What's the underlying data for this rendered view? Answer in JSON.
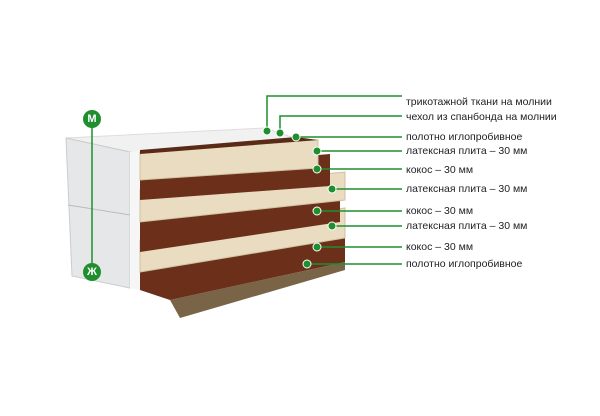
{
  "firmness": {
    "top": "М",
    "bottom": "Ж"
  },
  "layers": [
    {
      "label": "трикотажной ткани на молнии"
    },
    {
      "label": "чехол из спанбонда на молнии"
    },
    {
      "label": "полотно иглопробивное"
    },
    {
      "label": "латексная плита – 30 мм"
    },
    {
      "label": "кокос – 30 мм"
    },
    {
      "label": "латексная плита – 30 мм"
    },
    {
      "label": "кокос – 30 мм"
    },
    {
      "label": "латексная плита – 30 мм"
    },
    {
      "label": "кокос – 30 мм"
    },
    {
      "label": "полотно иглопробивное"
    }
  ],
  "colors": {
    "accent": "#1f8f2e",
    "latex": "#e9dcc0",
    "coir": "#6b2f1a",
    "cover": "#ecedee"
  }
}
